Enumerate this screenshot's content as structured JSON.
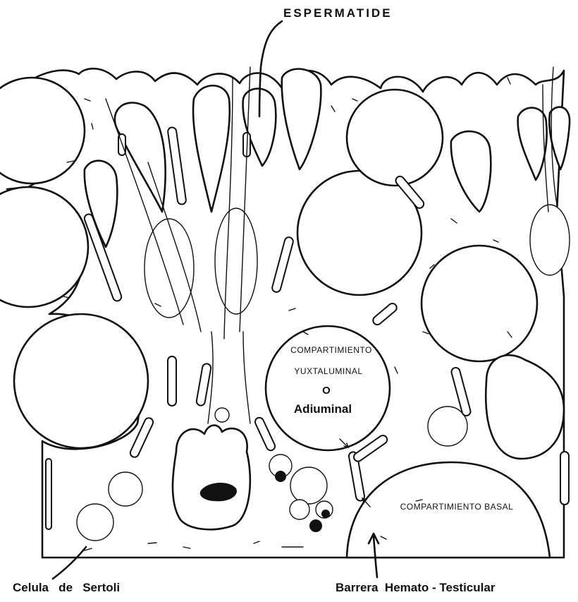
{
  "labels": {
    "spermatid": "ESPERMATIDE",
    "adluminal_line1": "COMPARTIMIENTO",
    "adluminal_line2": "YUXTALUMINAL",
    "adluminal_line3": "O",
    "adluminal_line4": "Adiuminal",
    "basal": "COMPARTIMIENTO BASAL",
    "sertoli": "Celula   de   Sertoli",
    "barrier": "Barrera  Hemato - Testicular"
  }
}
